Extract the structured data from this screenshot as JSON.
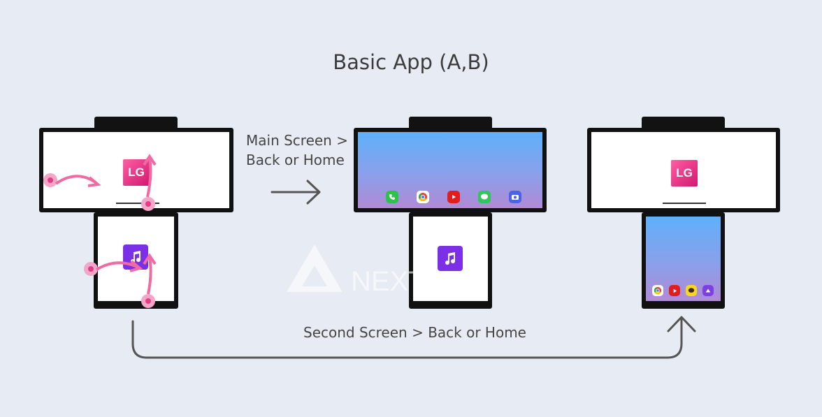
{
  "title": "Basic App (A,B)",
  "captions": {
    "main_line1": "Main Screen >",
    "main_line2": "Back or Home",
    "second": "Second Screen > Back or Home"
  },
  "logo_text": "LG",
  "watermark_text": "NEXT",
  "colors": {
    "background": "#e6ebf4",
    "gesture": "#f06aa4",
    "lg_logo": "#e0287d",
    "music_app": "#7b2fe6",
    "arrow": "#555555"
  },
  "dock_icons_main": [
    "phone-icon",
    "chrome-icon",
    "youtube-icon",
    "messages-icon",
    "camera-icon"
  ],
  "dock_icons_second": [
    "chrome-icon",
    "youtube-icon",
    "chat-icon",
    "cloud-icon"
  ]
}
